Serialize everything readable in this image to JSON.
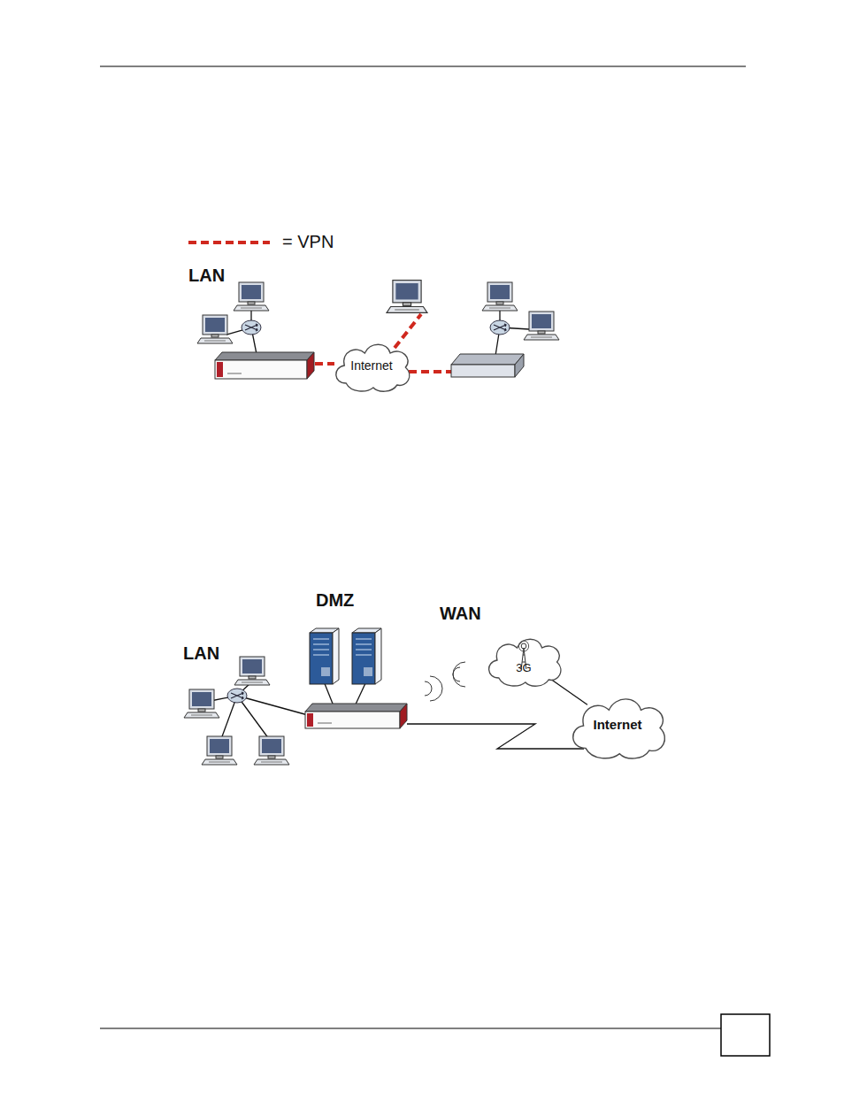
{
  "diagram": {
    "nodes": [
      {
        "text": [
          "Internet"
        ]
      },
      {
        "text": [
          "3G"
        ]
      },
      {
        "text": [
          "Internet"
        ]
      }
    ],
    "edges": [
      {
        "from": 1,
        "to": 2,
        "arrow": "none"
      }
    ],
    "labels": [
      "LAN",
      "DMZ",
      "WAN",
      "LAN"
    ],
    "legend": [
      {
        "text": "= VPN"
      }
    ]
  }
}
